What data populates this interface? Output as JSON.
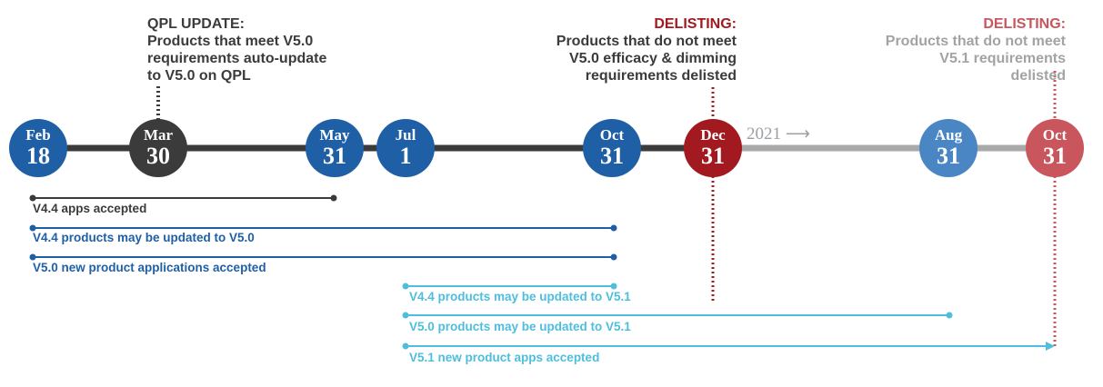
{
  "colors": {
    "navy": "#1f5fa6",
    "dark": "#3b3b3b",
    "red": "#a2191f",
    "light_blue": "#4b86c4",
    "light_red": "#c9565d",
    "cyan": "#4ebedc",
    "gray_line": "#a9a9a9",
    "gray_text": "#a3a3a3"
  },
  "annotations": {
    "qpl": {
      "heading": "QPL UPDATE:",
      "lines": [
        "Products that meet V5.0",
        "requirements auto-update",
        "to V5.0 on QPL"
      ]
    },
    "delist_2020": {
      "heading": "DELISTING:",
      "lines": [
        "Products that do not meet",
        "V5.0 efficacy & dimming",
        "requirements delisted"
      ]
    },
    "delist_2021": {
      "heading": "DELISTING:",
      "lines": [
        "Products that do not meet",
        "V5.1 requirements",
        "delisted"
      ]
    }
  },
  "year_label": "2021 ⟶",
  "milestones": [
    {
      "month": "Feb",
      "day": "18",
      "color": "navy"
    },
    {
      "month": "Mar",
      "day": "30",
      "color": "dark"
    },
    {
      "month": "May",
      "day": "31",
      "color": "navy"
    },
    {
      "month": "Jul",
      "day": "1",
      "color": "navy"
    },
    {
      "month": "Oct",
      "day": "31",
      "color": "navy"
    },
    {
      "month": "Dec",
      "day": "31",
      "color": "red"
    },
    {
      "month": "Aug",
      "day": "31",
      "color": "light_blue"
    },
    {
      "month": "Oct",
      "day": "31",
      "color": "light_red"
    }
  ],
  "bars": [
    {
      "label": "V4.4 apps accepted",
      "start": "Feb 18",
      "end": "May 31",
      "color": "dark",
      "arrow": false
    },
    {
      "label": "V4.4 products may be updated to V5.0",
      "start": "Feb 18",
      "end": "Oct 31",
      "color": "navy",
      "arrow": false
    },
    {
      "label": "V5.0 new product applications accepted",
      "start": "Feb 18",
      "end": "Oct 31",
      "color": "navy",
      "arrow": false
    },
    {
      "label": "V4.4 products may be updated to V5.1",
      "start": "Jul 1",
      "end": "Oct 31",
      "color": "cyan",
      "arrow": false
    },
    {
      "label": "V5.0 products may be updated to V5.1",
      "start": "Jul 1",
      "end": "Aug 31",
      "color": "cyan",
      "arrow": false
    },
    {
      "label": "V5.1 new product apps accepted",
      "start": "Jul 1",
      "end": "Oct 31",
      "color": "cyan",
      "arrow": true
    }
  ]
}
